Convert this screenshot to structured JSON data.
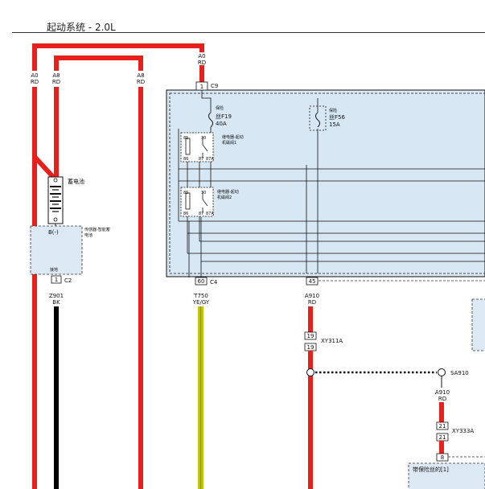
{
  "page_title": "起动系统 - 2.0L",
  "wires": {
    "a0_left": {
      "code": "A0",
      "color": "RD"
    },
    "a8_left": {
      "code": "A8",
      "color": "RD"
    },
    "a8_mid": {
      "code": "A8",
      "color": "RD"
    },
    "a0_top": {
      "code": "A0",
      "color": "RD"
    },
    "z901": {
      "code": "Z901",
      "color": "BK"
    },
    "t750": {
      "code": "T750",
      "color": "YE/GY"
    },
    "a910": {
      "code": "A910",
      "color": "RD"
    },
    "a910_right": {
      "code": "A910",
      "color": "RD"
    }
  },
  "connectors": {
    "c9": {
      "pin": "1",
      "name": "C9"
    },
    "c2": {
      "pin": "1",
      "name": "C2"
    },
    "c4": {
      "pin": "60",
      "name": "C4"
    },
    "c45": {
      "pin": "45"
    },
    "xy311a_top": {
      "pin": "19",
      "name": "XY311A"
    },
    "xy311a_bot": {
      "pin": "19"
    },
    "xy333a_top": {
      "pin": "21",
      "name": "XY333A"
    },
    "xy333a_bot": {
      "pin": "21"
    },
    "c8": {
      "pin": "8"
    }
  },
  "components": {
    "battery": "蓄电池",
    "sensor_line1": "传感器-智能蓄",
    "sensor_line2": "电池",
    "b_minus": "B(-)",
    "ground": "接地",
    "fuse1_line1": "保险",
    "fuse1_line2": "丝F19",
    "fuse1_amp": "40A",
    "fuse2_line1": "保险",
    "fuse2_line2": "丝F56",
    "fuse2_amp": "15A",
    "relay1_line1": "继电器-起动",
    "relay1_line2": "机磁阀1",
    "relay2_line1": "继电器-起动",
    "relay2_line2": "机磁阀2",
    "relay1_pins": [
      "85",
      "30",
      "86",
      "87",
      "87A"
    ],
    "relay2_pins": [
      "85",
      "30",
      "86",
      "87",
      "87A"
    ],
    "splice": "SA910",
    "fuse_box_bottom": "带保险丝的[1]"
  },
  "colors": {
    "red_wire": "#e8201c",
    "black_wire": "#000000",
    "yellow_gray_wire": "#c8c600",
    "module_fill": "#d8e7f4",
    "dashed_fill": "#dce9f5"
  }
}
